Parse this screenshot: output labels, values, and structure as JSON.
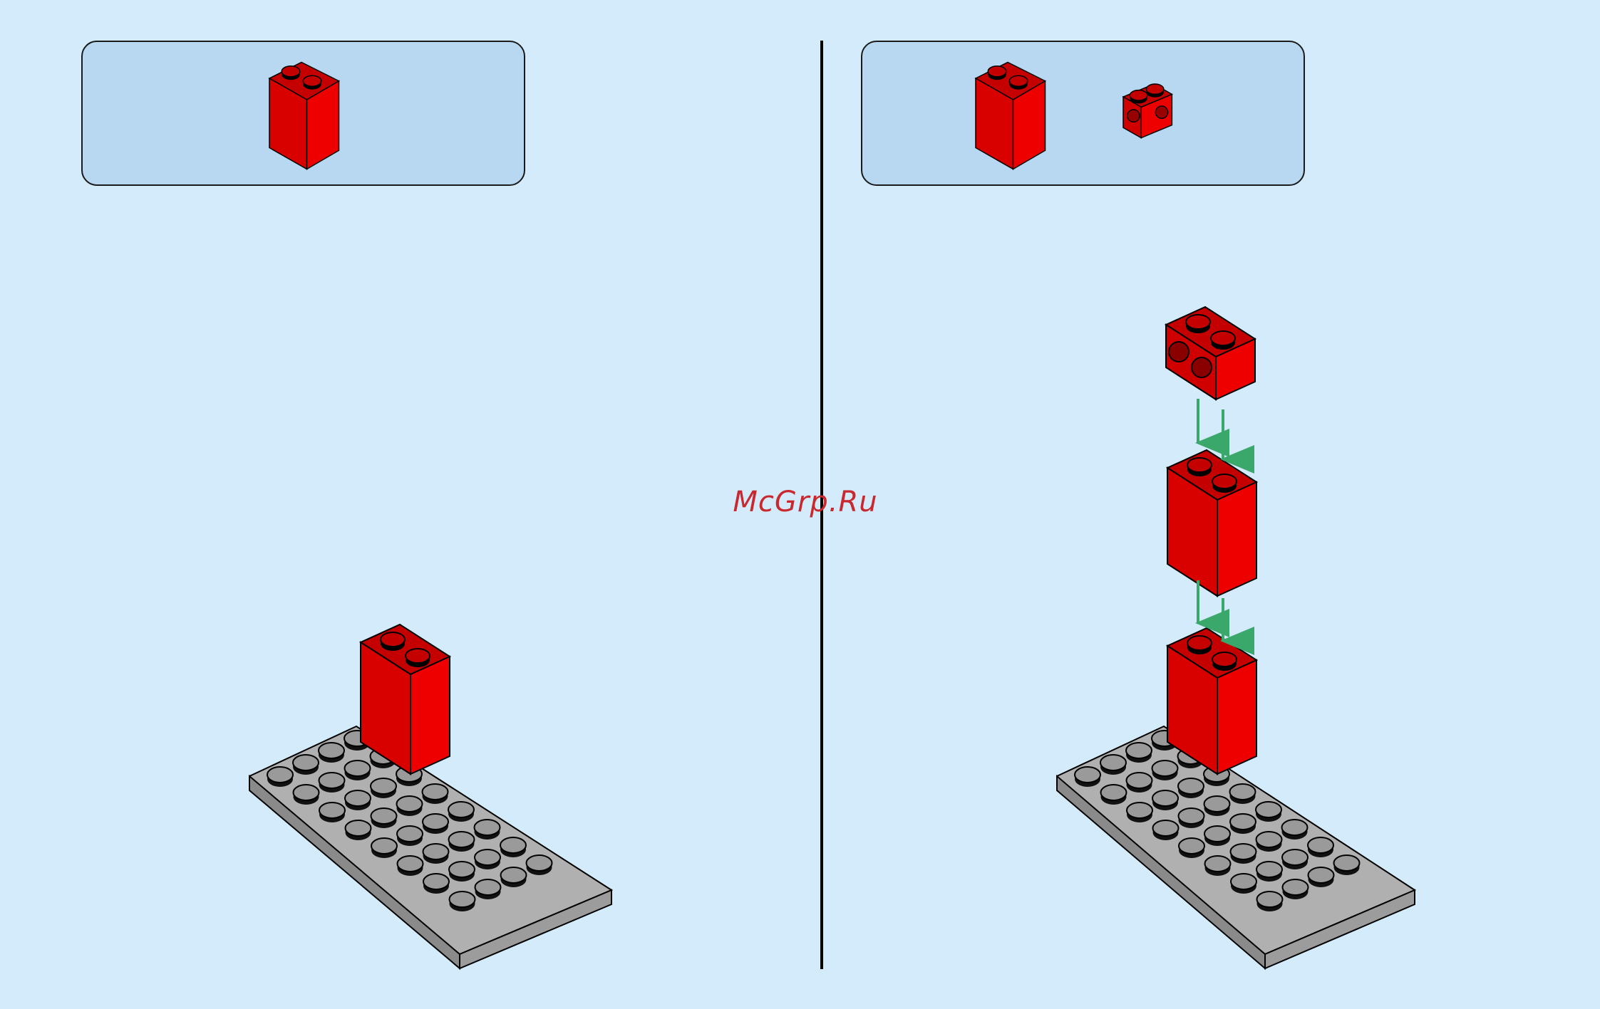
{
  "watermark": {
    "text": "McGrp.Ru"
  },
  "colors": {
    "background": "#d4ebfb",
    "parts_box": "#b8d7f1",
    "brick_red": "#e10000",
    "plate_gray": "#a8a8a8",
    "arrow_green": "#3aa86a"
  },
  "steps": [
    {
      "name": "left-step",
      "parts": [
        "brick-1x2x2"
      ]
    },
    {
      "name": "right-step",
      "parts": [
        "brick-1x2x2",
        "brick-1x2-with-studs-on-side"
      ]
    }
  ]
}
